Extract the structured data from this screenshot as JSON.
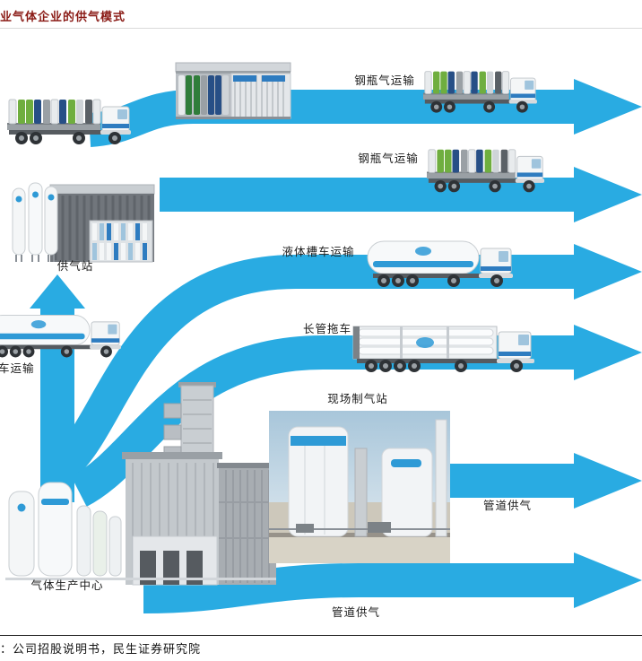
{
  "header": {
    "title": "业气体企业的供气模式"
  },
  "footer": {
    "source": "：公司招股说明书，民生证券研究院"
  },
  "colors": {
    "arrow_color": "#29ABE2",
    "title_red": "#8A1A15",
    "logo_blue": "#2E9AD6"
  },
  "diagram": {
    "labels": {
      "flow_steel_cylinder_top": "钢瓶气运输",
      "flow_steel_cylinder_mid": "钢瓶气运输",
      "flow_liquid_tanker": "液体槽车运输",
      "flow_tube_trailer": "长管拖车",
      "onsite_station": "现场制气站",
      "flow_pipeline_right": "管道供气",
      "flow_pipeline_bottom": "管道供气",
      "supply_station": "供气站",
      "truck_transport": "车运输",
      "production_center": "气体生产中心"
    }
  }
}
